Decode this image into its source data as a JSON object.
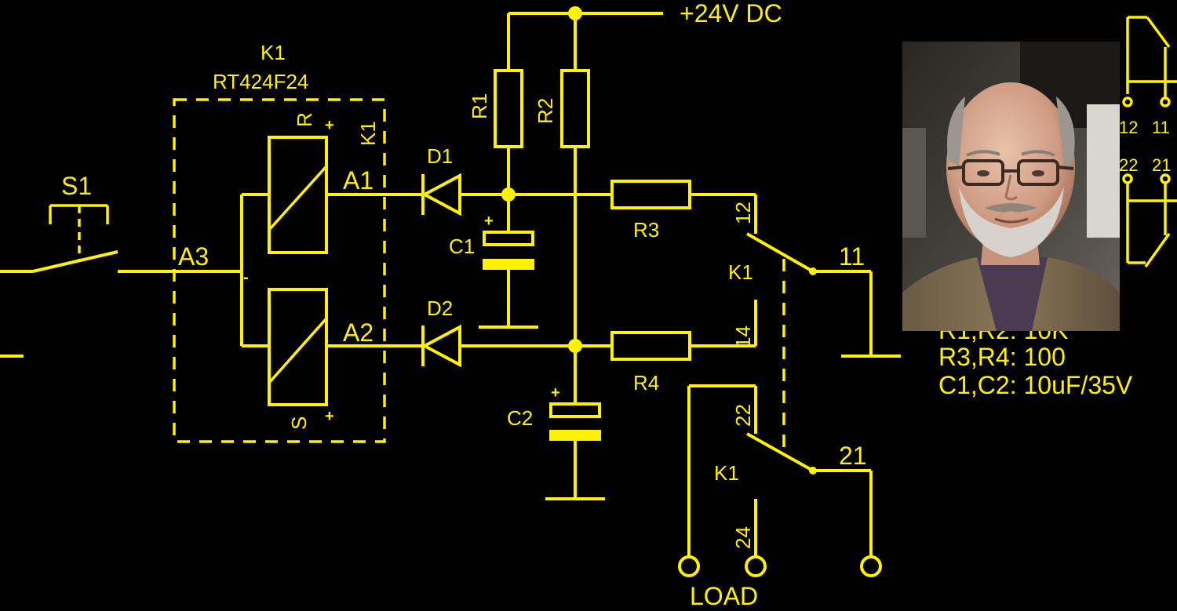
{
  "colors": {
    "background": "#000000",
    "trace": "#FFF200"
  },
  "labels": {
    "supply": "+24V DC",
    "relay_ref": "K1",
    "relay_part": "RT424F24",
    "coil_r": "R",
    "coil_s": "S",
    "box_k1": "K1",
    "plus": "+",
    "minus": "-",
    "a1": "A1",
    "a2": "A2",
    "a3": "A3",
    "s1": "S1",
    "d1": "D1",
    "d2": "D2",
    "r1": "R1",
    "r2": "R2",
    "r3": "R3",
    "r4": "R4",
    "c1": "C1",
    "c2": "C2",
    "k1_upper": "K1",
    "k1_lower": "K1",
    "pin_12": "12",
    "pin_11": "11",
    "pin_14": "14",
    "pin_22": "22",
    "pin_21": "21",
    "pin_24": "24",
    "load": "LOAD",
    "side_12": "12",
    "side_11": "11",
    "side_22": "22",
    "side_21": "21"
  },
  "notes": {
    "line1": "R1,R2: 10K",
    "line2": "R3,R4: 100",
    "line3": "C1,C2: 10uF/35V"
  },
  "photo": {
    "description_icon": "person-photo"
  }
}
